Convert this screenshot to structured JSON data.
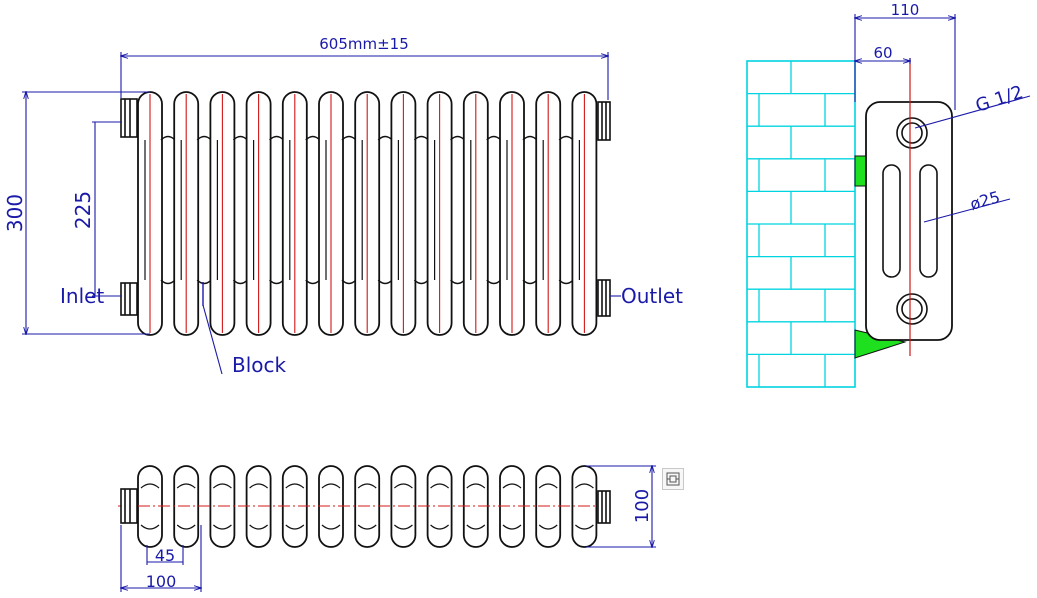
{
  "front_view": {
    "width_dim": "605mm±15",
    "height_dim": "300",
    "centers_dim": "225",
    "inlet_label": "Inlet",
    "outlet_label": "Outlet",
    "block_label": "Block",
    "column_count": 13
  },
  "side_view": {
    "depth_dim": "110",
    "wall_offset_dim": "60",
    "thread_label": "G 1/2",
    "tube_label": "ø25"
  },
  "top_view": {
    "section_pitch_dim": "45",
    "end_width_dim": "100",
    "depth_dim": "100"
  },
  "colors": {
    "outline": "#111111",
    "dimension": "#1a1aa8",
    "centerline": "#d01818",
    "wall": "#00d4e0",
    "bracket": "#1ee01e"
  },
  "toolbar": {
    "icon": "fit-view-icon"
  }
}
